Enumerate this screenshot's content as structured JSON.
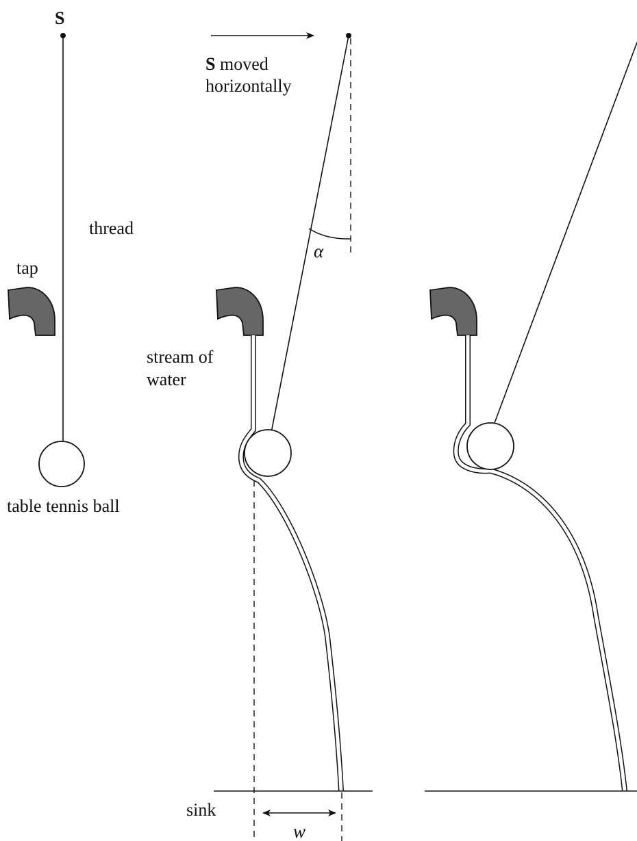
{
  "labels": {
    "support_point": "S",
    "thread": "thread",
    "tap": "tap",
    "ball": "table tennis ball",
    "moved_bold": "S",
    "moved_rest": " moved",
    "moved_line2": "horizontally",
    "angle": "α",
    "stream_line1": "stream of",
    "stream_line2": "water",
    "sink": "sink",
    "deflection": "w"
  },
  "colors": {
    "tap_fill": "#666666",
    "line": "#111111",
    "background": "#ffffff"
  },
  "icons": {
    "arrow_right": "arrow-right-icon",
    "double_arrow": "double-arrow-icon"
  }
}
